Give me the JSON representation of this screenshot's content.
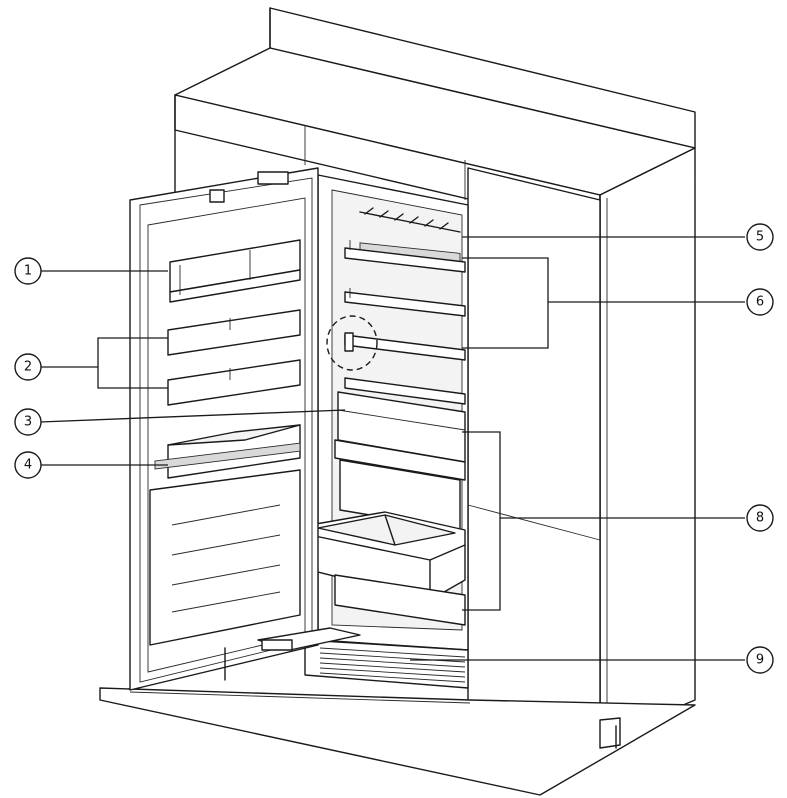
{
  "callouts": [
    {
      "id": "c1",
      "label": "1"
    },
    {
      "id": "c2",
      "label": "2"
    },
    {
      "id": "c3",
      "label": "3"
    },
    {
      "id": "c4",
      "label": "4"
    },
    {
      "id": "c5",
      "label": "5"
    },
    {
      "id": "c6",
      "label": "6"
    },
    {
      "id": "c8",
      "label": "8"
    },
    {
      "id": "c9",
      "label": "9"
    }
  ],
  "colors": {
    "line": "#1a1a1a",
    "background": "#ffffff"
  }
}
